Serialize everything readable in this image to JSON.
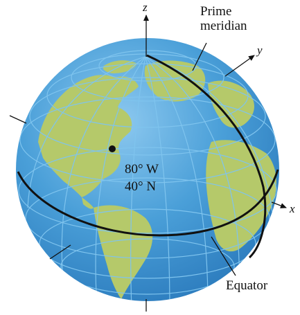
{
  "figure": {
    "prime_meridian_label": [
      "Prime",
      "meridian"
    ],
    "axis_x": "x",
    "axis_y": "y",
    "axis_z": "z",
    "point_longitude": "80° W",
    "point_latitude": "40° N",
    "equator_label": "Equator"
  },
  "colors": {
    "ocean": "#4a9fd8",
    "ocean_highlight": "#8cc8ef",
    "land": "#b5c96a",
    "grid": "#7fc4ee",
    "ink": "#111111"
  },
  "icons": {
    "globe": "globe-icon",
    "point": "point-marker-icon"
  }
}
